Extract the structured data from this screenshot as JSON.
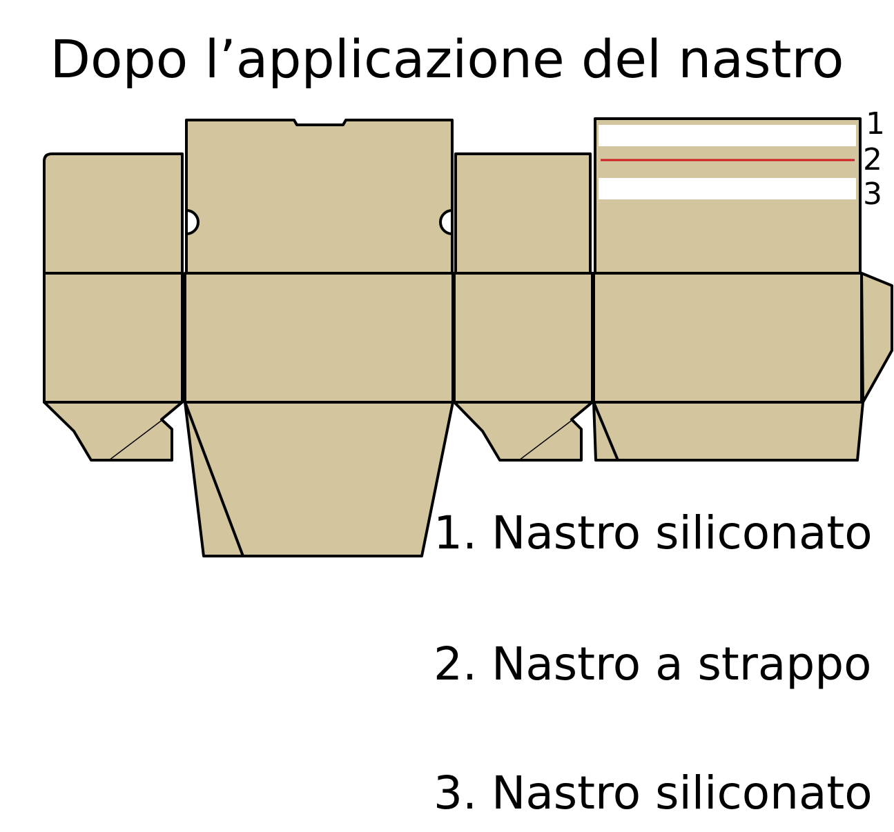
{
  "title": "Dopo l’applicazione del nastro",
  "colors": {
    "cardboard": "#d3c59d",
    "outline": "#000000",
    "silicone_tape": "#ffffff",
    "tear_tape": "#d21f26"
  },
  "markers": [
    "1",
    "2",
    "3"
  ],
  "legend": [
    "1. Nastro siliconato",
    "2. Nastro a strappo",
    "3. Nastro siliconato"
  ]
}
